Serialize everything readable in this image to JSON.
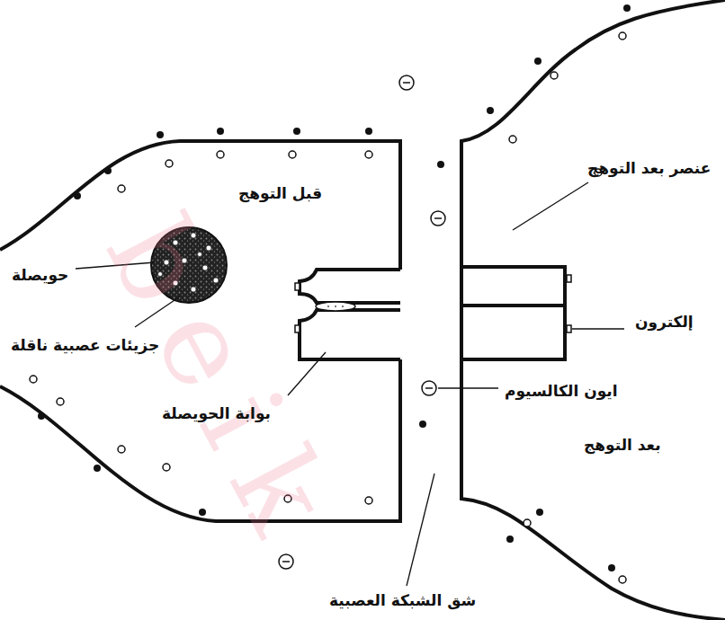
{
  "diagram": {
    "nodes": [
      {
        "text": [
          "قبل التوهج"
        ]
      },
      {
        "text": [
          "بعد التوهج"
        ]
      }
    ],
    "labels": [
      "حويصلة",
      "جزيئات عصبية ناقلة",
      "بوابة الحويصلة",
      "عنصر بعد التوهج",
      "إلكترون",
      "ايون الكالسيوم",
      "شق الشبكة العصبية",
      "beik"
    ]
  }
}
